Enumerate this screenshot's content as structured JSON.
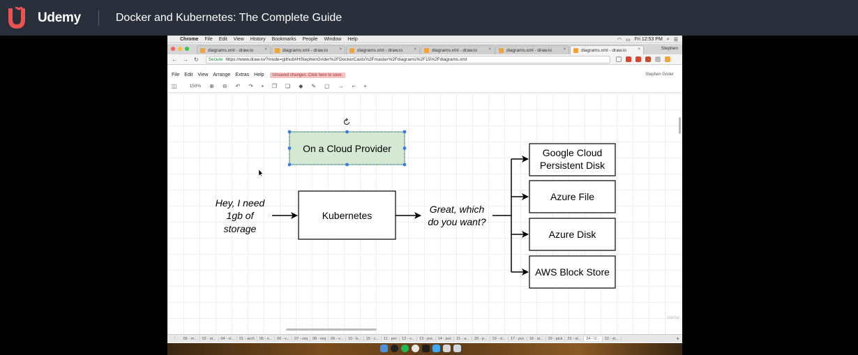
{
  "udemy": {
    "brand": "Udemy",
    "course_title": "Docker and Kubernetes: The Complete Guide"
  },
  "mac_menu": {
    "app": "Chrome",
    "items": [
      "File",
      "Edit",
      "View",
      "History",
      "Bookmarks",
      "People",
      "Window",
      "Help"
    ],
    "clock": "Fri 12:53 PM"
  },
  "browser": {
    "tabs": [
      {
        "label": "diagrams.xml - draw.io",
        "active": false
      },
      {
        "label": "diagrams.xml - draw.io",
        "active": false
      },
      {
        "label": "diagrams.xml - draw.io",
        "active": false
      },
      {
        "label": "diagrams.xml - draw.io",
        "active": false
      },
      {
        "label": "diagrams.xml - draw.io",
        "active": false
      },
      {
        "label": "diagrams.xml - draw.io",
        "active": true
      }
    ],
    "user": "Stephen",
    "secure_label": "Secure",
    "url": "https://www.draw.io/?mode=github#HStephenGrider%2FDockerCasts%2Fmaster%2Fdiagrams%2F15%2Fdiagrams.xml"
  },
  "drawio": {
    "menu": [
      "File",
      "Edit",
      "View",
      "Arrange",
      "Extras",
      "Help"
    ],
    "unsaved": "Unsaved changes. Click here to save.",
    "user": "Stephen Grider",
    "zoom": "150%",
    "watermark": "ùdemy",
    "page_tabs": [
      "09 - m...",
      "02 - st...",
      "04 - cl...",
      "01 - arch",
      "05 - s...",
      "06 - v...",
      "07 - req",
      "08 - req",
      "09 - v...",
      "10 - b...",
      "15 - c...",
      "11 - pvc",
      "12 - v...",
      "13 - pvc",
      "14 - pvc",
      "21 - a...",
      "20 - p...",
      "19 - cl...",
      "17 - pvc",
      "18 - st...",
      "20 - pick",
      "23 - st...",
      "24 - cl...",
      "22 - st..."
    ],
    "active_page_index": 22
  },
  "diagram": {
    "cloud_provider": "On a Cloud Provider",
    "request_line1": "Hey, I need",
    "request_line2": "1gb of",
    "request_line3": "storage",
    "kubernetes": "Kubernetes",
    "question_line1": "Great, which",
    "question_line2": "do you want?",
    "opt1_line1": "Google Cloud",
    "opt1_line2": "Persistent Disk",
    "opt2": "Azure File",
    "opt3": "Azure Disk",
    "opt4": "AWS Block Store"
  },
  "colors": {
    "udemy_bar": "#29303b",
    "udemy_red": "#ec5252",
    "cloud_fill": "#d5e8d4",
    "cloud_stroke": "#82b366",
    "selection": "#3a7be0"
  }
}
